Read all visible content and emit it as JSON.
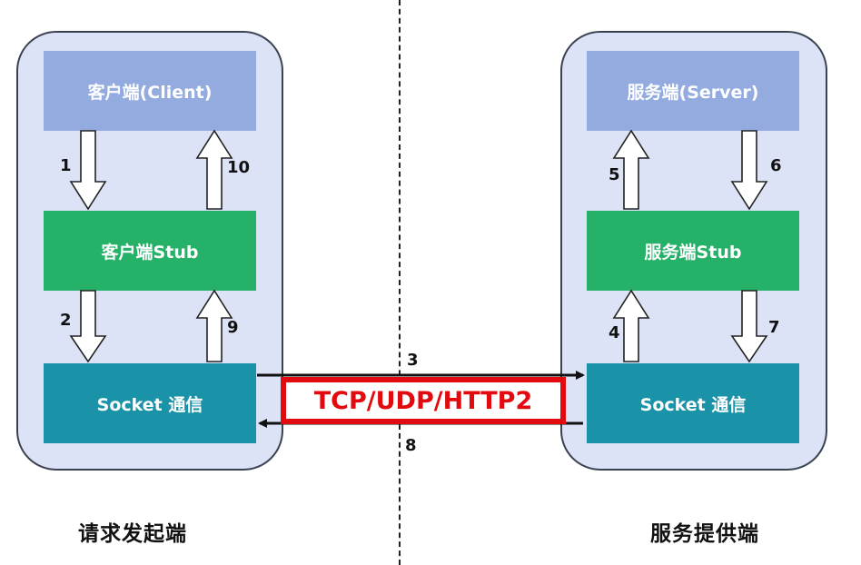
{
  "client_side": {
    "top_box": "客户端(Client)",
    "stub_box": "客户端Stub",
    "socket_box": "Socket 通信",
    "footer": "请求发起端"
  },
  "server_side": {
    "top_box": "服务端(Server)",
    "stub_box": "服务端Stub",
    "socket_box": "Socket 通信",
    "footer": "服务提供端"
  },
  "protocol": "TCP/UDP/HTTP2",
  "steps": {
    "s1": "1",
    "s2": "2",
    "s3": "3",
    "s4": "4",
    "s5": "5",
    "s6": "6",
    "s7": "7",
    "s8": "8",
    "s9": "9",
    "s10": "10"
  },
  "colors": {
    "panel": "#dde3f6",
    "top_box": "#93abdf",
    "stub_box": "#25b168",
    "socket_box": "#1a93a8",
    "protocol_border": "#e20a0f"
  }
}
